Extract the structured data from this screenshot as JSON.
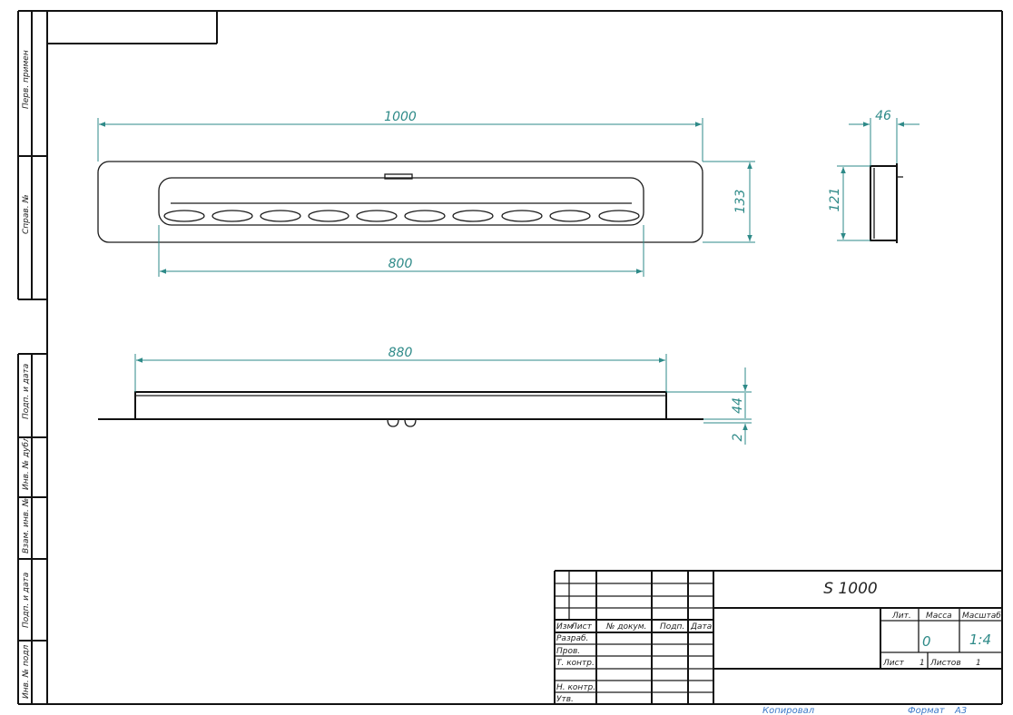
{
  "drawing": {
    "designation": "S 1000",
    "dimensions": {
      "top_length": "1000",
      "slot_length": "800",
      "height_front": "133",
      "side_width": "46",
      "side_height": "121",
      "bottom_length": "880",
      "bottom_height": "44",
      "bottom_flange": "2"
    },
    "side_strip": {
      "perv_primen": "Перв. примен",
      "sprav_no": "Справ. №",
      "podp_data_1": "Подп. и дата",
      "inv_dubl": "Инв. № дубл",
      "vzam_inv": "Взам. инв. №",
      "podp_data_2": "Подп. и дата",
      "inv_podl": "Инв. № подл"
    },
    "title_block": {
      "col_izm": "Изм",
      "col_list": "Лист",
      "col_docum": "№ докум.",
      "col_podp": "Подп.",
      "col_data": "Дата",
      "row_razrab": "Разраб.",
      "row_prov": "Пров.",
      "row_tkontr": "Т. контр.",
      "row_nkontr": "Н. контр.",
      "row_utv": "Утв.",
      "lit_label": "Лит.",
      "massa_label": "Масса",
      "masshtab_label": "Масштаб",
      "lit_value": "0",
      "masshtab_value": "1:4",
      "list_label": "Лист",
      "list_value": "1",
      "listov_label": "Листов",
      "listov_value": "1"
    },
    "footer": {
      "kopiroval": "Копировал",
      "format_label": "Формат",
      "format_value": "А3"
    }
  }
}
